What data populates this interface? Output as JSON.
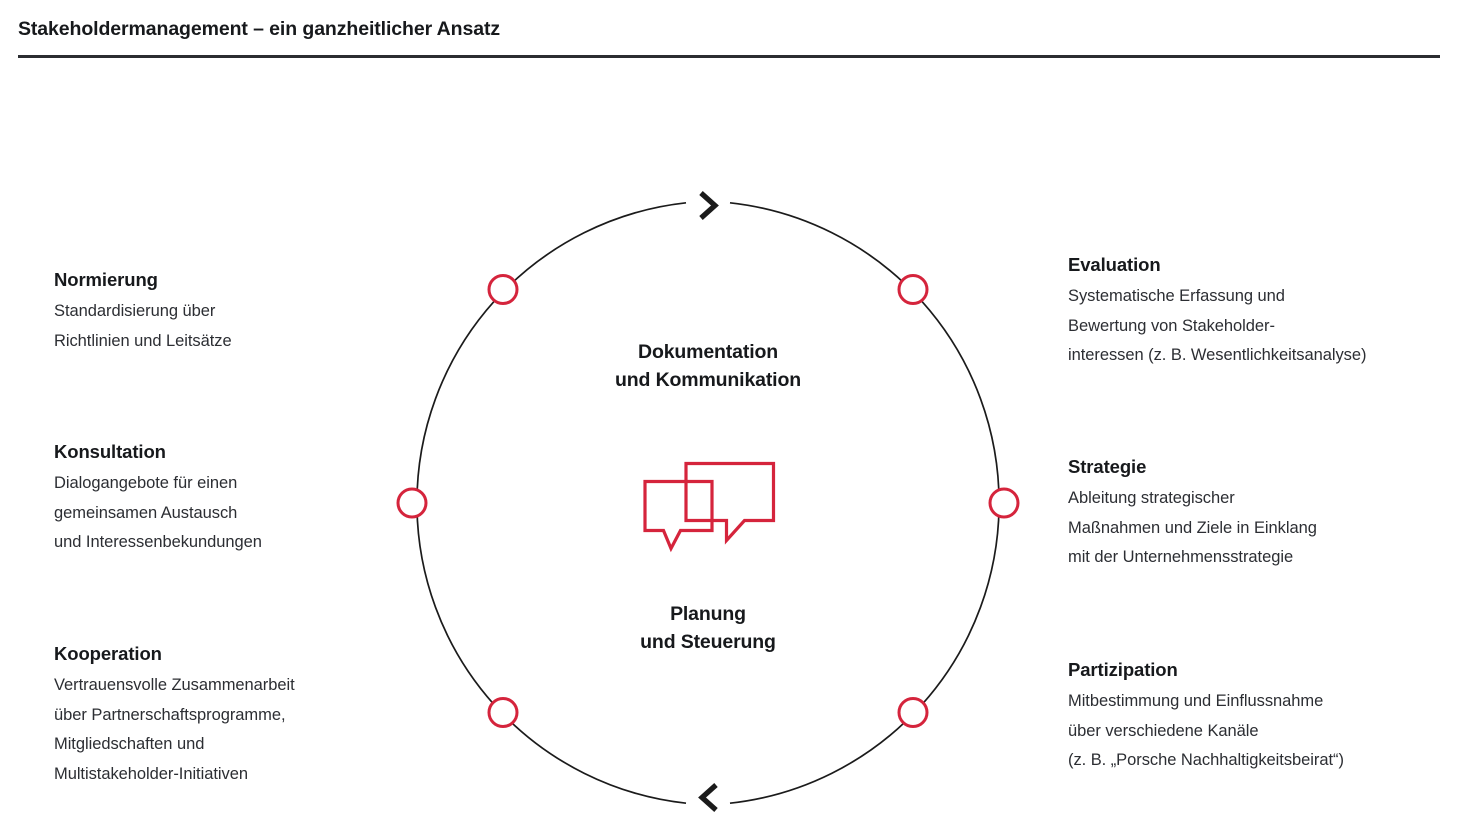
{
  "header": {
    "title": "Stakeholdermanagement – ein ganzheitlicher Ansatz"
  },
  "colors": {
    "accent_red": "#D5243C",
    "text_dark": "#17191c",
    "body_text": "#2c2e33",
    "circle_stroke": "#1b1b1b",
    "background": "#ffffff"
  },
  "center": {
    "top_label_line1": "Dokumentation",
    "top_label_line2": "und Kommunikation",
    "bottom_label_line1": "Planung",
    "bottom_label_line2": "und Steuerung",
    "icon": "speech-bubbles-icon"
  },
  "cycle": {
    "direction_marker_top": "chevron-right-icon",
    "direction_marker_bottom": "chevron-left-icon",
    "node_count": 6,
    "node_angles_deg": [
      120,
      60,
      180,
      0,
      240,
      300
    ]
  },
  "left_blocks": [
    {
      "id": "normierung",
      "title": "Normierung",
      "lines": [
        "Standardisierung über",
        "Richtlinien und Leitsätze"
      ]
    },
    {
      "id": "konsultation",
      "title": "Konsultation",
      "lines": [
        "Dialogangebote für einen",
        "gemeinsamen Austausch",
        "und Interessenbekundungen"
      ]
    },
    {
      "id": "kooperation",
      "title": "Kooperation",
      "lines": [
        "Vertrauensvolle Zusammenarbeit",
        "über Partnerschaftsprogramme,",
        "Mitgliedschaften und",
        "Multistakeholder-Initiativen"
      ]
    }
  ],
  "right_blocks": [
    {
      "id": "evaluation",
      "title": "Evaluation",
      "lines": [
        "Systematische Erfassung und",
        "Bewertung von Stakeholder-",
        "interessen (z. B. Wesentlichkeitsanalyse)"
      ]
    },
    {
      "id": "strategie",
      "title": "Strategie",
      "lines": [
        "Ableitung strategischer",
        "Maßnahmen und Ziele in Einklang",
        "mit der Unternehmensstrategie"
      ]
    },
    {
      "id": "partizipation",
      "title": "Partizipation",
      "lines": [
        "Mitbestimmung und Einflussnahme",
        "über verschiedene Kanäle",
        "(z. B. „Porsche Nachhaltigkeitsbeirat“)"
      ]
    }
  ]
}
